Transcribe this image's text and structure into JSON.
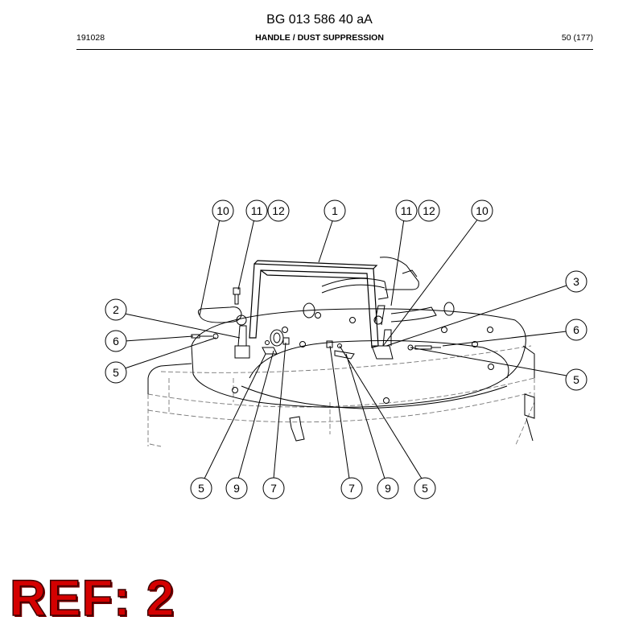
{
  "header": {
    "doc_number": "BG 013 586 40 aA",
    "code": "191028",
    "section_title": "HANDLE / DUST SUPPRESSION",
    "page": "50 (177)"
  },
  "callouts": [
    {
      "id": "c10a",
      "label": "10"
    },
    {
      "id": "c11a",
      "label": "11"
    },
    {
      "id": "c12a",
      "label": "12"
    },
    {
      "id": "c1",
      "label": "1"
    },
    {
      "id": "c11b",
      "label": "11"
    },
    {
      "id": "c12b",
      "label": "12"
    },
    {
      "id": "c10b",
      "label": "10"
    },
    {
      "id": "c2",
      "label": "2"
    },
    {
      "id": "c6a",
      "label": "6"
    },
    {
      "id": "c5a",
      "label": "5"
    },
    {
      "id": "c3",
      "label": "3"
    },
    {
      "id": "c6b",
      "label": "6"
    },
    {
      "id": "c5b",
      "label": "5"
    },
    {
      "id": "c5c",
      "label": "5"
    },
    {
      "id": "c9a",
      "label": "9"
    },
    {
      "id": "c7a",
      "label": "7"
    },
    {
      "id": "c7b",
      "label": "7"
    },
    {
      "id": "c9b",
      "label": "9"
    },
    {
      "id": "c5d",
      "label": "5"
    }
  ],
  "ref_label": "REF: 2"
}
